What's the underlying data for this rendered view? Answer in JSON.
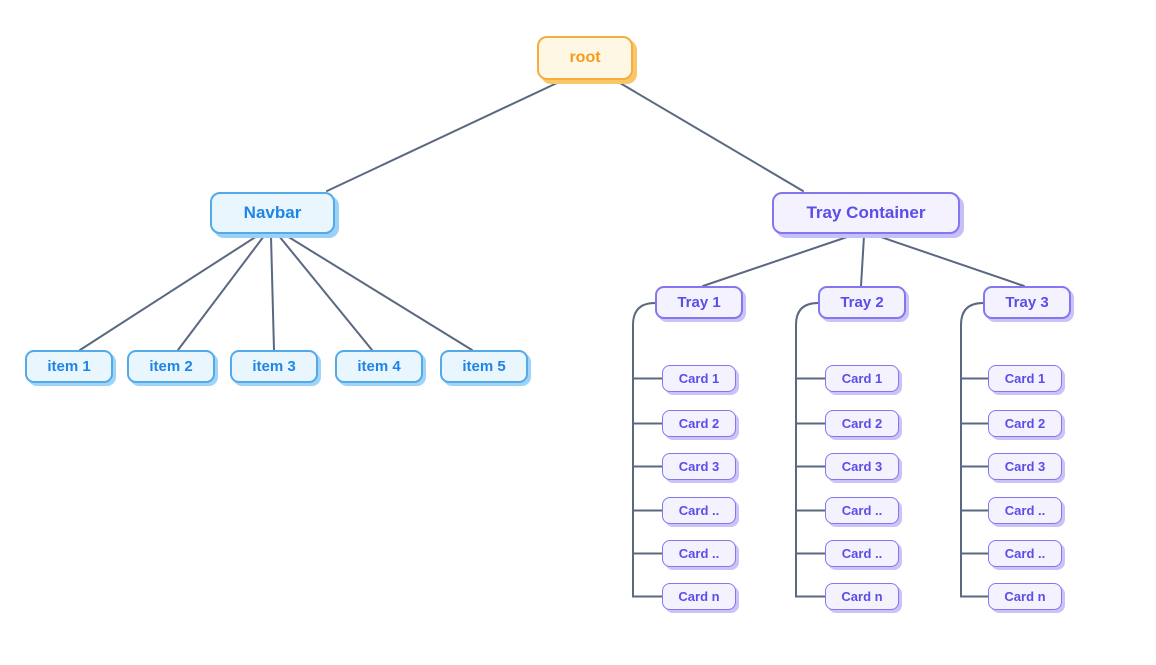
{
  "diagram": {
    "root": {
      "label": "root"
    },
    "navbar": {
      "label": "Navbar",
      "items": [
        "item 1",
        "item 2",
        "item 3",
        "item 4",
        "item 5"
      ]
    },
    "tray_container": {
      "label": "Tray Container",
      "trays": [
        {
          "label": "Tray 1",
          "cards": [
            "Card 1",
            "Card 2",
            "Card 3",
            "Card ..",
            "Card ..",
            "Card n"
          ]
        },
        {
          "label": "Tray 2",
          "cards": [
            "Card 1",
            "Card 2",
            "Card 3",
            "Card ..",
            "Card ..",
            "Card n"
          ]
        },
        {
          "label": "Tray 3",
          "cards": [
            "Card 1",
            "Card 2",
            "Card 3",
            "Card ..",
            "Card ..",
            "Card n"
          ]
        }
      ]
    }
  },
  "colors": {
    "background": "#FFFFFF",
    "edge": "#5A6880",
    "root_fill": "#FEF7E4",
    "root_border": "#F6AC3E",
    "root_text": "#F79B1D",
    "root_shadow": "#F9C66B",
    "blue_fill": "#EAF6FE",
    "blue_border": "#54A9E9",
    "blue_text": "#1F85E5",
    "blue_shadow": "#9CD1F6",
    "purple_fill": "#F3F2FE",
    "purple_border": "#8377F0",
    "purple_text": "#5B4DE8",
    "purple_shadow": "#C9C3F8"
  }
}
